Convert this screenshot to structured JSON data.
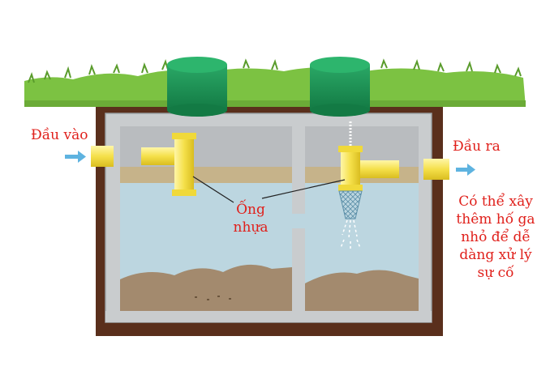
{
  "labels": {
    "inlet": "Đầu vào",
    "outlet": "Đầu ra",
    "pipe_line1": "Ống",
    "pipe_line2": "nhựa",
    "note_lines": [
      "Có thể xây",
      "thêm hố ga",
      "nhỏ để dễ",
      "dàng xử lý",
      "sự cố"
    ]
  },
  "colors": {
    "label_text": "#e0201b",
    "grass": "#7cc242",
    "soil": "#5a2f1c",
    "tank_wall": "#c9ccce",
    "water": "#bcd6e0",
    "sludge": "#a38a6e",
    "pipe": "#f4e04d",
    "lid": "#1f9a5a",
    "arrow": "#5eb3e0"
  }
}
